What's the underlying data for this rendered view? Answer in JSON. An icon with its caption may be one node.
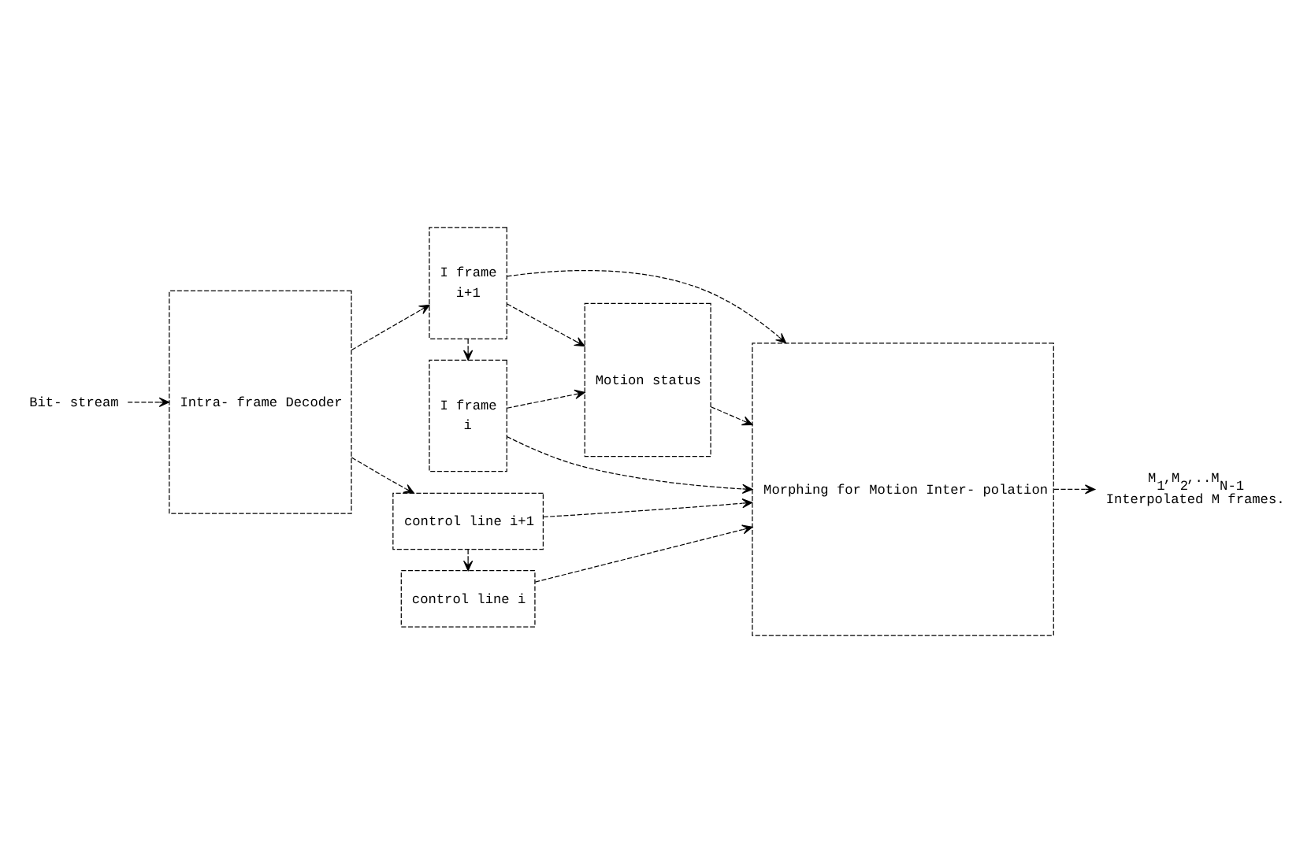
{
  "diagram": {
    "nodes": [
      {
        "text": [
          "Bit- stream"
        ]
      },
      {
        "text": [
          "Intra- frame Decoder"
        ]
      },
      {
        "text": [
          "I frame",
          "i+1"
        ]
      },
      {
        "text": [
          "Motion status"
        ]
      },
      {
        "text": [
          "I frame",
          "i"
        ]
      },
      {
        "text": [
          "control line i+1"
        ]
      },
      {
        "text": [
          "control line i"
        ]
      },
      {
        "text": [
          "Morphing for Motion Inter- polation"
        ]
      },
      {
        "text": [
          "M$_{1}$,M$_{2}$,..M$_{N-1}$",
          "Interpolated M frames."
        ]
      }
    ],
    "edges": [
      {
        "from": 0,
        "to": 1,
        "arrow": "to"
      },
      {
        "from": 1,
        "to": 2,
        "arrow": "to"
      },
      {
        "from": 2,
        "to": 7,
        "arrow": "to"
      },
      {
        "from": 2,
        "to": 3,
        "arrow": "to"
      },
      {
        "from": 2,
        "to": 4,
        "arrow": "to"
      },
      {
        "from": 4,
        "to": 3,
        "arrow": "to"
      },
      {
        "from": 3,
        "to": 7,
        "arrow": "to"
      },
      {
        "from": 4,
        "to": 7,
        "arrow": "to"
      },
      {
        "from": 1,
        "to": 5,
        "arrow": "to"
      },
      {
        "from": 5,
        "to": 7,
        "arrow": "to"
      },
      {
        "from": 5,
        "to": 6,
        "arrow": "to"
      },
      {
        "from": 6,
        "to": 7,
        "arrow": "to"
      },
      {
        "from": 7,
        "to": 8,
        "arrow": "to"
      }
    ]
  }
}
